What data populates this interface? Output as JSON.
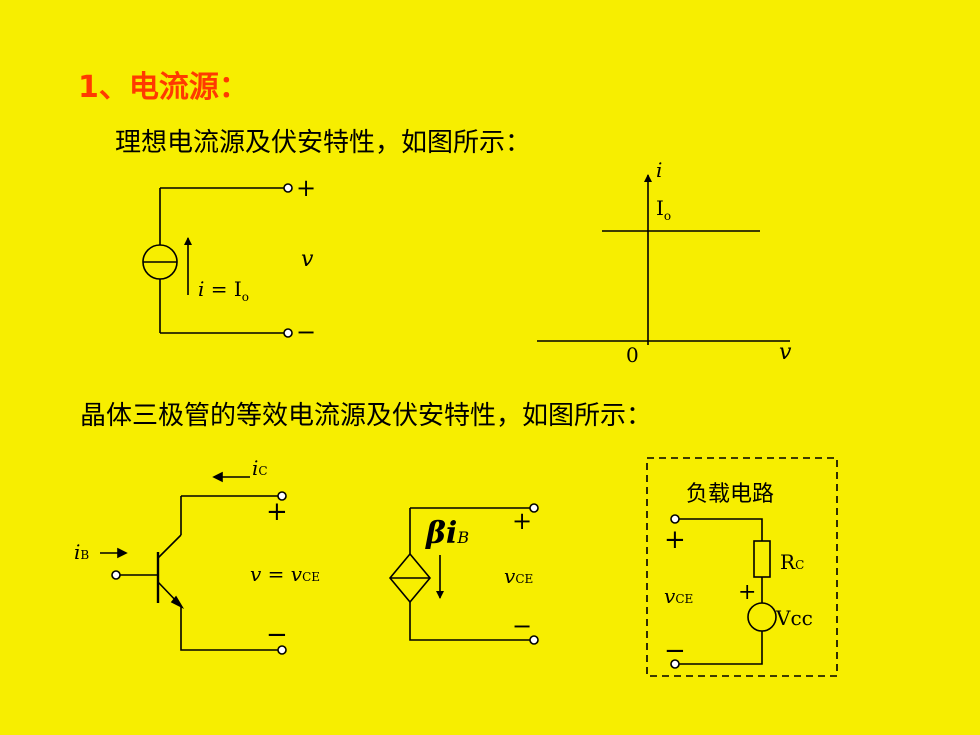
{
  "heading": "1、电流源：",
  "line1": "理想电流源及伏安特性，如图所示：",
  "line2": "晶体三极管的等效电流源及伏安特性，如图所示：",
  "ideal_source": {
    "plus": "+",
    "minus": "−",
    "voltage": "v",
    "current_i": "i",
    "current_eq": " = I",
    "current_sub": "o"
  },
  "vi_chart": {
    "y_axis": "i",
    "x_axis": "v",
    "origin": "0",
    "level": "I",
    "level_sub": "o"
  },
  "transistor": {
    "ic": "i",
    "ic_sub": "C",
    "ib": "i",
    "ib_sub": "B",
    "plus": "+",
    "minus": "−",
    "eq_v": "v",
    "eq_mid": " = v",
    "eq_sub": "CE"
  },
  "dep_source": {
    "beta": "β",
    "ib": "i",
    "ib_sub": "B",
    "plus": "+",
    "minus": "−",
    "v": "v",
    "v_sub": "CE"
  },
  "load": {
    "title": "负载电路",
    "plus": "+",
    "minus": "−",
    "v": "v",
    "v_sub": "CE",
    "r": "R",
    "r_sub": "C",
    "vcc": "Vcc",
    "vcc_plus": "+"
  },
  "colors": {
    "background": "#f7ee00",
    "heading": "#ff3a00"
  }
}
